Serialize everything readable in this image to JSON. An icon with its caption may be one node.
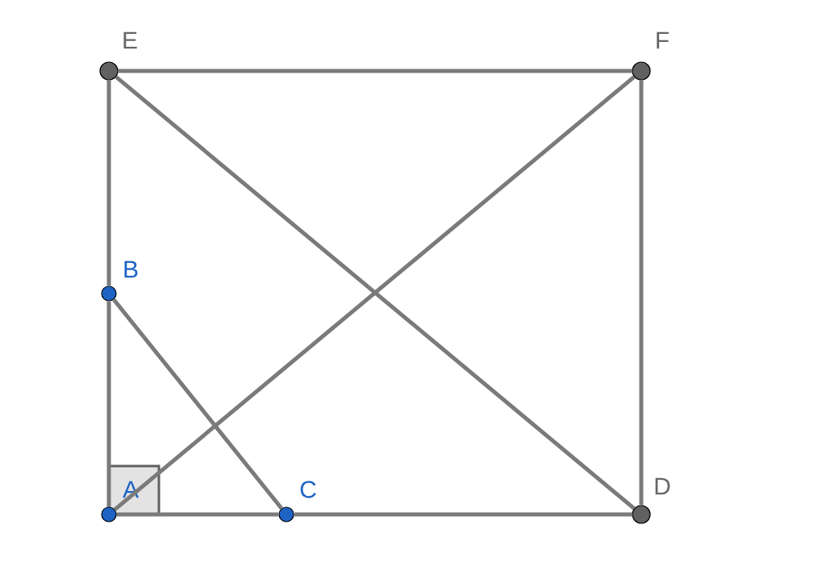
{
  "diagram": {
    "nodes": [
      {
        "text": [],
        "shape": "circle",
        "beside": [
          "E"
        ]
      },
      {
        "text": [],
        "shape": "circle",
        "beside": [
          "F"
        ]
      },
      {
        "text": [],
        "shape": "circle",
        "beside": [
          "B"
        ]
      },
      {
        "text": [],
        "shape": "circle",
        "beside": [
          "A"
        ]
      },
      {
        "text": [],
        "shape": "circle",
        "beside": [
          "C"
        ]
      },
      {
        "text": [],
        "shape": "circle",
        "beside": [
          "D"
        ]
      }
    ],
    "edges": [
      {
        "from": 0,
        "to": 1,
        "arrow": "none"
      },
      {
        "from": 0,
        "to": 2,
        "arrow": "none"
      },
      {
        "from": 2,
        "to": 3,
        "arrow": "none"
      },
      {
        "from": 1,
        "to": 5,
        "arrow": "none"
      },
      {
        "from": 3,
        "to": 4,
        "arrow": "none"
      },
      {
        "from": 4,
        "to": 5,
        "arrow": "none"
      },
      {
        "from": 0,
        "to": 5,
        "arrow": "none"
      },
      {
        "from": 3,
        "to": 1,
        "arrow": "none"
      },
      {
        "from": 2,
        "to": 4,
        "arrow": "none"
      }
    ]
  }
}
